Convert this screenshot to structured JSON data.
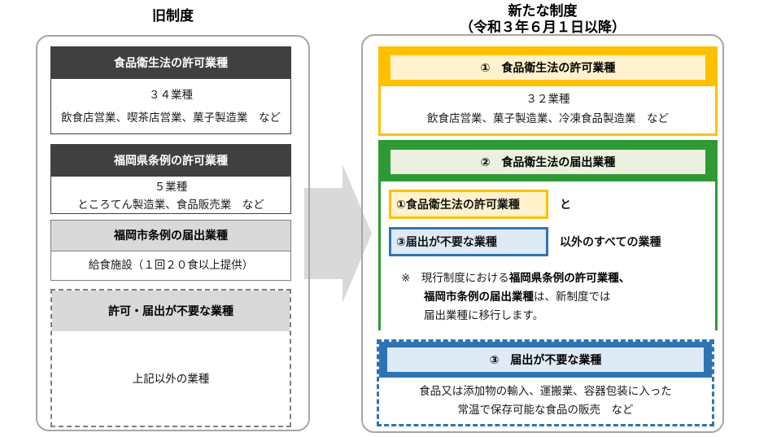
{
  "old_system": {
    "title": "旧制度",
    "blocks": [
      {
        "header": "食品衛生法の許可業種",
        "line1": "３４業種",
        "line2": "飲食店営業、喫茶店営業、菓子製造業　など"
      },
      {
        "header": "福岡県条例の許可業種",
        "line1": "５業種",
        "line2": "ところてん製造業、食品販売業　など"
      },
      {
        "header": "福岡市条例の届出業種",
        "line1": "給食施設（１回２０食以上提供）"
      },
      {
        "header": "許可・届出が不要な業種",
        "line1": "上記以外の業種"
      }
    ]
  },
  "new_system": {
    "title_line1": "新たな制度",
    "title_line2": "（令和３年６月１日以降）",
    "box1": {
      "header": "①　食品衛生法の許可業種",
      "line1": "３２業種",
      "line2": "飲食店営業、菓子製造業、冷凍食品製造業　など"
    },
    "box2": {
      "header": "②　食品衛生法の届出業種",
      "chip1": "①食品衛生法の許可業種",
      "chip1_suffix": "と",
      "chip2": "③届出が不要な業種",
      "chip2_suffix": "以外のすべての業種",
      "note": {
        "line1_regular": "※　現行制度における",
        "line1_bold": "福岡県条例の許可業種、",
        "line2_bold": "福岡市条例の届出業種",
        "line2_regular": "は、新制度では",
        "line3": "届出業種に移行します。"
      }
    },
    "box3": {
      "header": "③　届出が不要な業種",
      "line1": "食品又は添加物の輸入、運搬業、容器包装に入った",
      "line2": "常温で保存可能な食品の販売　など"
    }
  },
  "colors": {
    "dark_header": "#404040",
    "gray_header": "#d9d9d9",
    "orange": "#ffc000",
    "cream": "#fff2cc",
    "green": "#2f9a35",
    "light_green": "#ebf1de",
    "blue": "#2e74b5",
    "light_blue": "#deeaf6",
    "arrow_gray": "#d9d9d9",
    "panel_border": "#a6a6a6"
  }
}
